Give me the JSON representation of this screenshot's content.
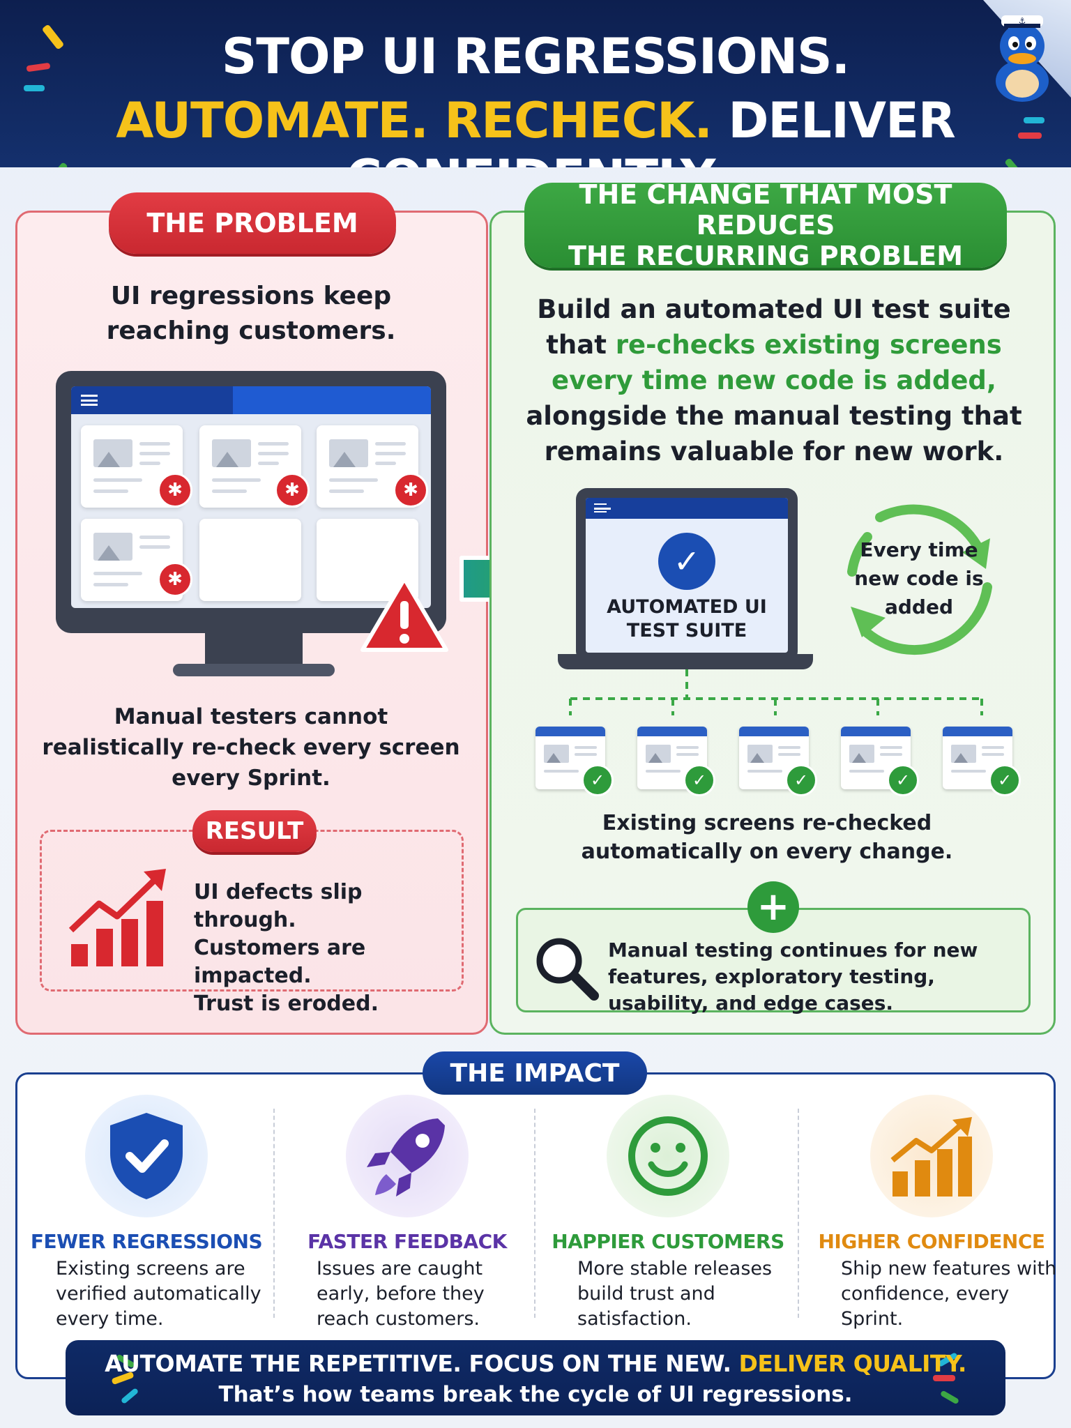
{
  "header": {
    "title_line1": "STOP UI REGRESSIONS.",
    "title_line2_part1": "AUTOMATE.",
    "title_line2_part2": "RECHECK.",
    "title_line2_part3": "DELIVER CONFIDENTLY."
  },
  "problem": {
    "heading": "THE PROBLEM",
    "intro": "UI regressions keep reaching customers.",
    "note": "Manual testers cannot realistically re-check every screen every Sprint.",
    "result_heading": "RESULT",
    "result_lines": [
      "UI defects slip through.",
      "Customers are impacted.",
      "Trust is eroded."
    ]
  },
  "solution": {
    "heading_line1": "THE CHANGE THAT MOST REDUCES",
    "heading_line2": "THE RECURRING PROBLEM",
    "intro_part1": "Build an automated UI test suite that ",
    "intro_highlight": "re-checks existing screens every time new code is added,",
    "intro_part2": " alongside the manual testing that remains valuable for new work.",
    "suite_label_line1": "AUTOMATED UI",
    "suite_label_line2": "TEST SUITE",
    "cycle_text": "Every time new code is added",
    "screens_note": "Existing screens re-checked automatically on every change.",
    "manual_text": "Manual testing continues for new features, exploratory testing, usability, and edge cases."
  },
  "impact": {
    "heading": "THE IMPACT",
    "items": [
      {
        "title": "FEWER REGRESSIONS",
        "desc": "Existing screens are verified automatically every time.",
        "color": "#1b4eb3",
        "icon": "shield-check-icon"
      },
      {
        "title": "FASTER FEEDBACK",
        "desc": "Issues are caught early, before they reach customers.",
        "color": "#5a33a6",
        "icon": "rocket-icon"
      },
      {
        "title": "HAPPIER CUSTOMERS",
        "desc": "More stable releases build trust and satisfaction.",
        "color": "#2e9b3b",
        "icon": "smiley-icon"
      },
      {
        "title": "HIGHER CONFIDENCE",
        "desc": "Ship new features with confidence, every Sprint.",
        "color": "#e08a10",
        "icon": "growth-chart-icon"
      }
    ]
  },
  "footer": {
    "line1_part1": "AUTOMATE THE REPETITIVE. FOCUS ON THE NEW. ",
    "line1_highlight": "DELIVER QUALITY.",
    "line2": "That’s how teams break the cycle of UI regressions."
  }
}
